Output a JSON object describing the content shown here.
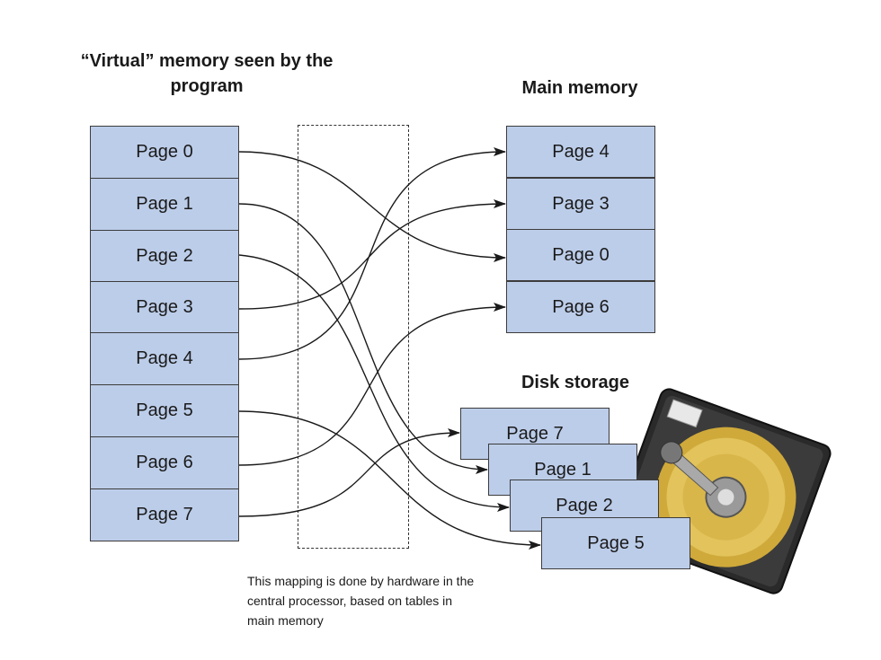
{
  "headings": {
    "virtual": "“Virtual” memory seen by the program",
    "main": "Main memory",
    "disk": "Disk storage"
  },
  "virtual_pages": [
    "Page 0",
    "Page 1",
    "Page 2",
    "Page 3",
    "Page 4",
    "Page 5",
    "Page 6",
    "Page 7"
  ],
  "main_memory_pages": [
    "Page 4",
    "Page 3",
    "Page 0",
    "Page 6"
  ],
  "disk_pages": [
    "Page 7",
    "Page 1",
    "Page 2",
    "Page 5"
  ],
  "note": "This mapping is done by hardware in the central processor, based on tables in main memory",
  "mappings": [
    {
      "virtual": "Page 0",
      "to": "Page 0",
      "location": "main"
    },
    {
      "virtual": "Page 1",
      "to": "Page 1",
      "location": "disk"
    },
    {
      "virtual": "Page 2",
      "to": "Page 2",
      "location": "disk"
    },
    {
      "virtual": "Page 3",
      "to": "Page 3",
      "location": "main"
    },
    {
      "virtual": "Page 4",
      "to": "Page 4",
      "location": "main"
    },
    {
      "virtual": "Page 5",
      "to": "Page 5",
      "location": "disk"
    },
    {
      "virtual": "Page 6",
      "to": "Page 6",
      "location": "main"
    },
    {
      "virtual": "Page 7",
      "to": "Page 7",
      "location": "disk"
    }
  ],
  "colors": {
    "page_fill": "#bccde9",
    "border": "#3c3c3c",
    "arrow": "#1a1a1a",
    "platter": "#d9b64a"
  },
  "icons": {
    "disk": "hard-disk-drive-icon"
  }
}
